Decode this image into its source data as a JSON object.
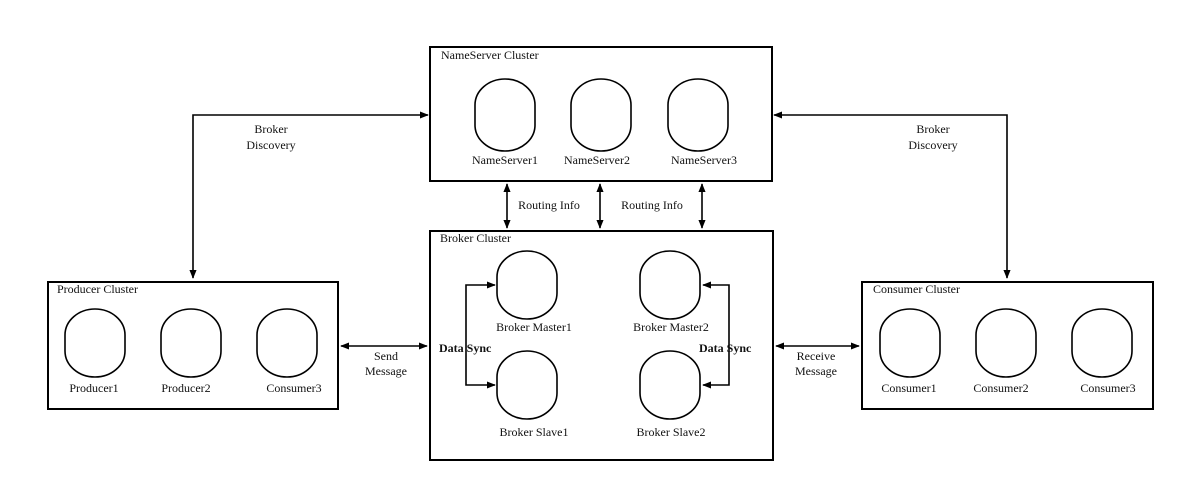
{
  "nameserver_cluster": {
    "title": "NameServer Cluster",
    "nodes": [
      "NameServer1",
      "NameServer2",
      "NameServer3"
    ]
  },
  "broker_cluster": {
    "title": "Broker Cluster",
    "masters": [
      "Broker Master1",
      "Broker Master2"
    ],
    "slaves": [
      "Broker Slave1",
      "Broker Slave2"
    ],
    "sync_label": "Data Sync"
  },
  "producer_cluster": {
    "title": "Producer Cluster",
    "nodes": [
      "Producer1",
      "Producer2",
      "Consumer3"
    ]
  },
  "consumer_cluster": {
    "title": "Consumer Cluster",
    "nodes": [
      "Consumer1",
      "Consumer2",
      "Consumer3"
    ]
  },
  "labels": {
    "broker_discovery_left": [
      "Broker",
      "Discovery"
    ],
    "broker_discovery_right": [
      "Broker",
      "Discovery"
    ],
    "routing_info": "Routing Info",
    "send_message": [
      "Send",
      "Message"
    ],
    "receive_message": [
      "Receive",
      "Message"
    ]
  }
}
